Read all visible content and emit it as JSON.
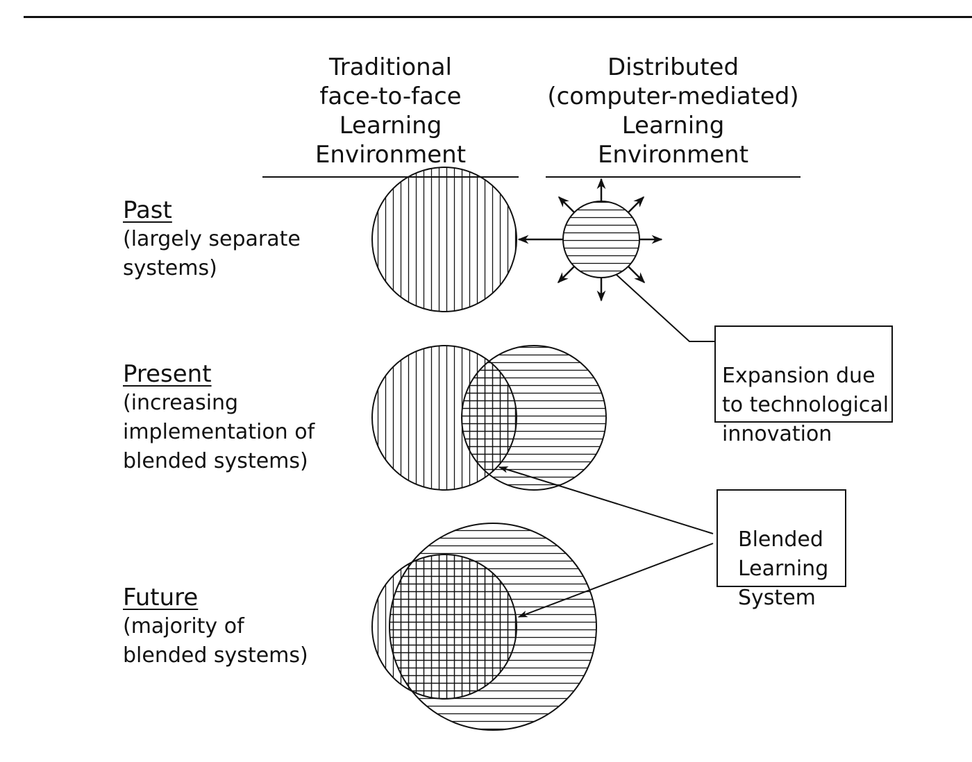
{
  "columns": {
    "traditional": "Traditional\nface-to-face\nLearning Environment",
    "distributed": "Distributed\n(computer-mediated)\nLearning Environment"
  },
  "eras": {
    "past": {
      "title": "Past",
      "desc": "(largely separate\nsystems)"
    },
    "present": {
      "title": "Present",
      "desc": "(increasing\nimplementation of\nblended systems)"
    },
    "future": {
      "title": "Future",
      "desc": "(majority of\nblended systems)"
    }
  },
  "callouts": {
    "expansion": "Expansion due\nto technological\ninnovation",
    "blended": "Blended\nLearning\nSystem"
  },
  "colors": {
    "ink": "#111111",
    "background": "#ffffff"
  }
}
